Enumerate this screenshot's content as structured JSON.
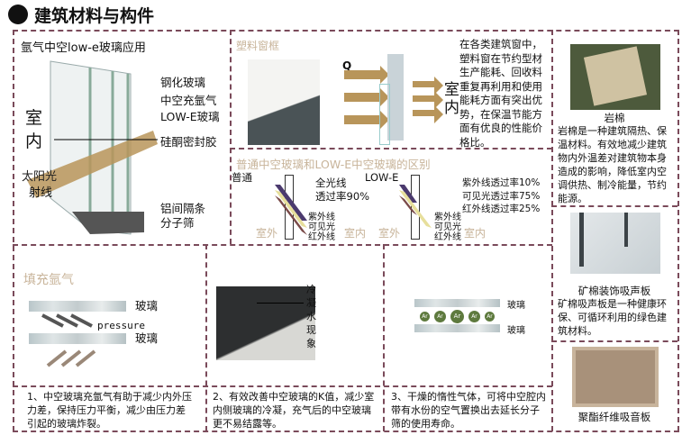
{
  "title": "建筑材料与构件",
  "glass_app": {
    "title": "氩气中空low-e玻璃应用",
    "indoor": "室\n内",
    "sun": "太阳光",
    "sun2": "射线",
    "labels": [
      "钢化玻璃",
      "中空充氩气",
      "LOW-E玻璃",
      "硅酮密封胶",
      "铝间隔条",
      "分子筛"
    ]
  },
  "plastic": {
    "title": "塑料窗框",
    "q": "Q",
    "indoor": "室\n内",
    "desc": "在各类建筑窗中，塑料窗在节约型材生产能耗、回收料重复再利用和使用能耗方面有突出优势，在保温节能方面有优良的性能价格比。"
  },
  "lowe": {
    "title": "普通中空玻璃和LOW-E中空玻璃的区别",
    "normal": "普通",
    "normal_rate": "全光线\n透过率90%",
    "lowe_label": "LOW-E",
    "lowe_rates": [
      "紫外线透过率10%",
      "可见光透过率75%",
      "红外线透过率25%"
    ],
    "rays": [
      "紫外线",
      "可见光",
      "红外线"
    ],
    "outdoor": "室外",
    "indoor": "室内"
  },
  "argon": {
    "title": "填充氩气",
    "glass": "玻璃",
    "pressure": "pressure",
    "caption": "1、中空玻璃充氩气有助于减少内外压力差，保持压力平衡，减少由压力差引起的玻璃炸裂。"
  },
  "condense": {
    "label": "冷\n凝\n水\n现\n象",
    "caption": "2、有效改善中空玻璃的K值，减少室内侧玻璃的冷凝，充气后的中空玻璃更不易结露等。"
  },
  "dry": {
    "glass": "玻璃",
    "ar": "Ar",
    "caption": "3、干燥的惰性气体，可将中空腔内带有水份的空气置换出去延长分子筛的使用寿命。"
  },
  "materials": [
    {
      "name": "岩棉",
      "desc": "岩棉是一种建筑隔热、保温材料。有效地减少建筑物内外温差对建筑物本身造成的影响，降低室内空调供热、制冷能量，节约能源。"
    },
    {
      "name": "矿棉装饰吸声板",
      "desc": "矿棉吸声板是一种健康环保、可循环利用的绿色建筑材料。"
    },
    {
      "name": "聚酯纤维吸音板",
      "desc": ""
    }
  ],
  "colors": {
    "border": "#7a4a5a",
    "section": "#c8b49a",
    "arrow": "#b8955a"
  }
}
